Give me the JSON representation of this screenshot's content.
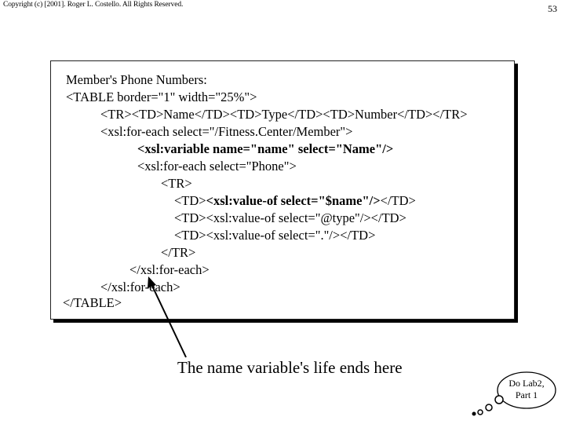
{
  "header": {
    "copyright": "Copyright (c) [2001].  Roger L. Costello.  All Rights Reserved.",
    "page_number": "53"
  },
  "code": {
    "title": "Member's Phone Numbers:",
    "lines": [
      "<TABLE border=\"1\" width=\"25%\">",
      "<TR><TD>Name</TD><TD>Type</TD><TD>Number</TD></TR>",
      "<xsl:for-each select=\"/Fitness.Center/Member\">",
      "<xsl:variable name=\"name\" select=\"Name\"/>",
      "<xsl:for-each select=\"Phone\">",
      "<TR>",
      "<TD>",
      "<xsl:value-of select=\"$name\"/>",
      "</TD>",
      "<TD><xsl:value-of select=\"@type\"/></TD>",
      "<TD><xsl:value-of select=\".\"/></TD>",
      "</TR>",
      "</xsl:for-each>",
      "</xsl:for-each>",
      "</TABLE>"
    ]
  },
  "annotation": "The name variable's life ends here",
  "callout": {
    "line1": "Do Lab2,",
    "line2": "Part 1"
  }
}
